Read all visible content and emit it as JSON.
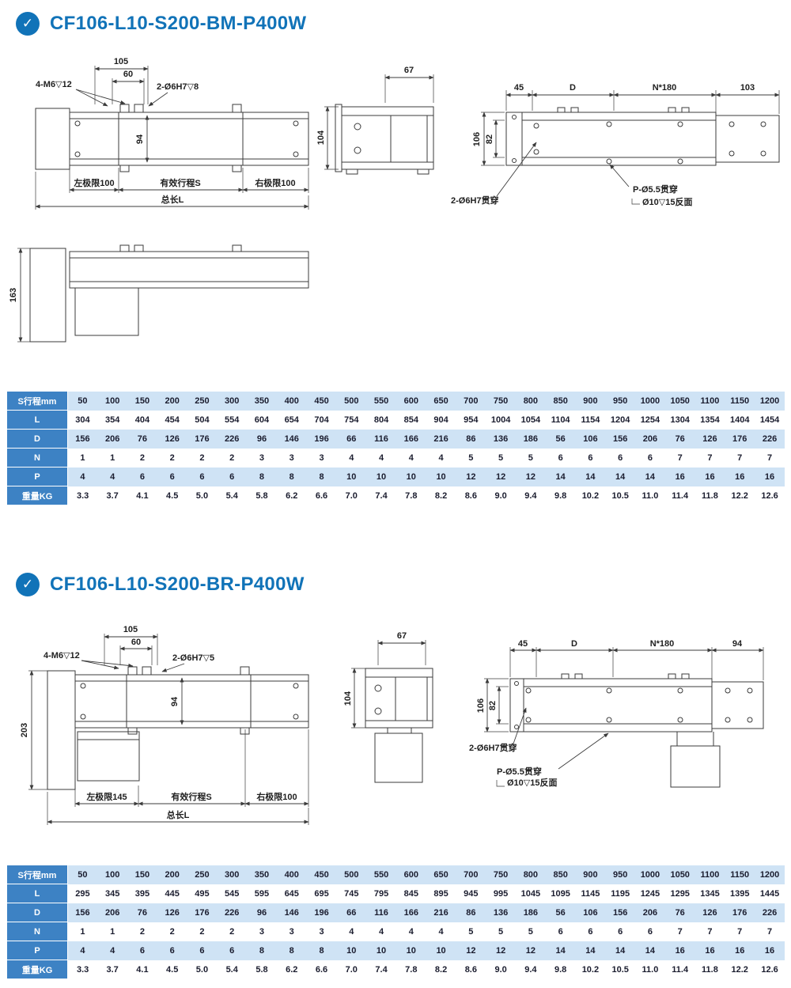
{
  "colors": {
    "accent": "#1173b8",
    "table_header_bg": "#3d82c4",
    "table_stripe": "#cfe3f5"
  },
  "icons": {
    "check": "✓"
  },
  "sections": [
    {
      "title": "CF106-L10-S200-BM-P400W",
      "drawing": {
        "front": {
          "d105": "105",
          "d60": "60",
          "holes_label": "4-M6▽12",
          "pins_label": "2-Ø6H7▽8",
          "d94": "94",
          "left_limit": "左极限100",
          "effective_stroke": "有效行程S",
          "right_limit": "右极限100",
          "total_length": "总长L"
        },
        "side": {
          "d67": "67",
          "d104": "104"
        },
        "top": {
          "d45": "45",
          "dD": "D",
          "dN180": "N*180",
          "d_end": "103",
          "d106": "106",
          "d82": "82",
          "pins_label": "2-Ø6H7贯穿",
          "p_holes_label": "P-Ø5.5贯穿",
          "counterbore_label": "Ø10▽15反面"
        },
        "elevation": {
          "d163": "163"
        }
      },
      "table": {
        "rows": [
          {
            "label": "S行程mm",
            "values": [
              "50",
              "100",
              "150",
              "200",
              "250",
              "300",
              "350",
              "400",
              "450",
              "500",
              "550",
              "600",
              "650",
              "700",
              "750",
              "800",
              "850",
              "900",
              "950",
              "1000",
              "1050",
              "1100",
              "1150",
              "1200"
            ]
          },
          {
            "label": "L",
            "values": [
              "304",
              "354",
              "404",
              "454",
              "504",
              "554",
              "604",
              "654",
              "704",
              "754",
              "804",
              "854",
              "904",
              "954",
              "1004",
              "1054",
              "1104",
              "1154",
              "1204",
              "1254",
              "1304",
              "1354",
              "1404",
              "1454"
            ]
          },
          {
            "label": "D",
            "values": [
              "156",
              "206",
              "76",
              "126",
              "176",
              "226",
              "96",
              "146",
              "196",
              "66",
              "116",
              "166",
              "216",
              "86",
              "136",
              "186",
              "56",
              "106",
              "156",
              "206",
              "76",
              "126",
              "176",
              "226"
            ]
          },
          {
            "label": "N",
            "values": [
              "1",
              "1",
              "2",
              "2",
              "2",
              "2",
              "3",
              "3",
              "3",
              "4",
              "4",
              "4",
              "4",
              "5",
              "5",
              "5",
              "6",
              "6",
              "6",
              "6",
              "7",
              "7",
              "7",
              "7"
            ]
          },
          {
            "label": "P",
            "values": [
              "4",
              "4",
              "6",
              "6",
              "6",
              "6",
              "8",
              "8",
              "8",
              "10",
              "10",
              "10",
              "10",
              "12",
              "12",
              "12",
              "14",
              "14",
              "14",
              "14",
              "16",
              "16",
              "16",
              "16"
            ]
          },
          {
            "label": "重量KG",
            "values": [
              "3.3",
              "3.7",
              "4.1",
              "4.5",
              "5.0",
              "5.4",
              "5.8",
              "6.2",
              "6.6",
              "7.0",
              "7.4",
              "7.8",
              "8.2",
              "8.6",
              "9.0",
              "9.4",
              "9.8",
              "10.2",
              "10.5",
              "11.0",
              "11.4",
              "11.8",
              "12.2",
              "12.6"
            ]
          }
        ]
      }
    },
    {
      "title": "CF106-L10-S200-BR-P400W",
      "drawing": {
        "front": {
          "d105": "105",
          "d60": "60",
          "holes_label": "4-M6▽12",
          "pins_label": "2-Ø6H7▽5",
          "d94": "94",
          "d203": "203",
          "left_limit": "左极限145",
          "effective_stroke": "有效行程S",
          "right_limit": "右极限100",
          "total_length": "总长L"
        },
        "side": {
          "d67": "67",
          "d104": "104"
        },
        "top": {
          "d45": "45",
          "dD": "D",
          "dN180": "N*180",
          "d_end": "94",
          "d106": "106",
          "d82": "82",
          "pins_label": "2-Ø6H7贯穿",
          "p_holes_label": "P-Ø5.5贯穿",
          "counterbore_label": "Ø10▽15反面"
        }
      },
      "table": {
        "rows": [
          {
            "label": "S行程mm",
            "values": [
              "50",
              "100",
              "150",
              "200",
              "250",
              "300",
              "350",
              "400",
              "450",
              "500",
              "550",
              "600",
              "650",
              "700",
              "750",
              "800",
              "850",
              "900",
              "950",
              "1000",
              "1050",
              "1100",
              "1150",
              "1200"
            ]
          },
          {
            "label": "L",
            "values": [
              "295",
              "345",
              "395",
              "445",
              "495",
              "545",
              "595",
              "645",
              "695",
              "745",
              "795",
              "845",
              "895",
              "945",
              "995",
              "1045",
              "1095",
              "1145",
              "1195",
              "1245",
              "1295",
              "1345",
              "1395",
              "1445"
            ]
          },
          {
            "label": "D",
            "values": [
              "156",
              "206",
              "76",
              "126",
              "176",
              "226",
              "96",
              "146",
              "196",
              "66",
              "116",
              "166",
              "216",
              "86",
              "136",
              "186",
              "56",
              "106",
              "156",
              "206",
              "76",
              "126",
              "176",
              "226"
            ]
          },
          {
            "label": "N",
            "values": [
              "1",
              "1",
              "2",
              "2",
              "2",
              "2",
              "3",
              "3",
              "3",
              "4",
              "4",
              "4",
              "4",
              "5",
              "5",
              "5",
              "6",
              "6",
              "6",
              "6",
              "7",
              "7",
              "7",
              "7"
            ]
          },
          {
            "label": "P",
            "values": [
              "4",
              "4",
              "6",
              "6",
              "6",
              "6",
              "8",
              "8",
              "8",
              "10",
              "10",
              "10",
              "10",
              "12",
              "12",
              "12",
              "14",
              "14",
              "14",
              "14",
              "16",
              "16",
              "16",
              "16"
            ]
          },
          {
            "label": "重量KG",
            "values": [
              "3.3",
              "3.7",
              "4.1",
              "4.5",
              "5.0",
              "5.4",
              "5.8",
              "6.2",
              "6.6",
              "7.0",
              "7.4",
              "7.8",
              "8.2",
              "8.6",
              "9.0",
              "9.4",
              "9.8",
              "10.2",
              "10.5",
              "11.0",
              "11.4",
              "11.8",
              "12.2",
              "12.6"
            ]
          }
        ]
      }
    }
  ]
}
